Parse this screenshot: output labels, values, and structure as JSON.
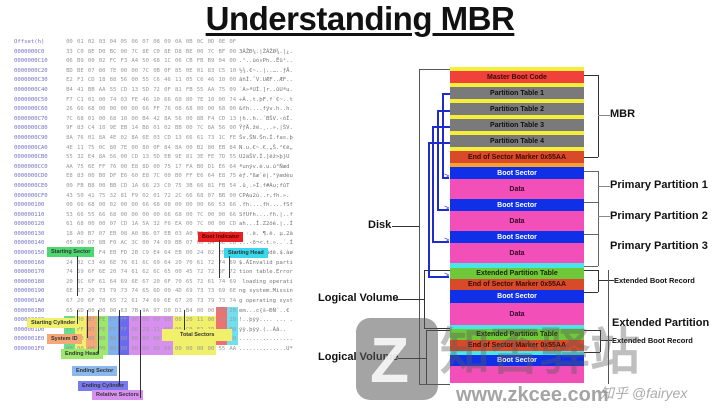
{
  "title": "Understanding MBR",
  "hex_dump": {
    "header": {
      "offset": "Offset(h)",
      "bytes": [
        "00",
        "01",
        "02",
        "03",
        "04",
        "05",
        "06",
        "07",
        "08",
        "09",
        "0A",
        "0B",
        "0C",
        "0D",
        "0E",
        "0F"
      ]
    },
    "rows": [
      {
        "offset": "0000000C0",
        "bytes": [
          "33",
          "C0",
          "8E",
          "D0",
          "BC",
          "00",
          "7C",
          "8E",
          "C0",
          "8E",
          "D8",
          "BE",
          "00",
          "7C",
          "BF",
          "00"
        ],
        "ascii": "3ÀŽÐ¼.|ŽÀŽØ¾.|¿."
      },
      {
        "offset": "0000000C10",
        "bytes": [
          "06",
          "B9",
          "00",
          "02",
          "FC",
          "F3",
          "A4",
          "50",
          "68",
          "1C",
          "06",
          "CB",
          "FB",
          "B9",
          "04",
          "00"
        ],
        "ascii": ".¹..üó¤Ph..Ëû¹.."
      },
      {
        "offset": "0000000C20",
        "bytes": [
          "BD",
          "BE",
          "07",
          "80",
          "7E",
          "00",
          "00",
          "7C",
          "0B",
          "0F",
          "85",
          "0E",
          "01",
          "83",
          "C5",
          "10"
        ],
        "ascii": "½¾.€~..|..…..ƒÅ."
      },
      {
        "offset": "0000000C30",
        "bytes": [
          "E2",
          "F1",
          "CD",
          "18",
          "88",
          "56",
          "00",
          "55",
          "C6",
          "46",
          "11",
          "05",
          "C6",
          "46",
          "10",
          "00"
        ],
        "ascii": "âñÍ.ˆV.UÆF..ÆF.."
      },
      {
        "offset": "0000000C40",
        "bytes": [
          "B4",
          "41",
          "BB",
          "AA",
          "55",
          "CD",
          "13",
          "5D",
          "72",
          "0F",
          "81",
          "FB",
          "55",
          "AA",
          "75",
          "09"
        ],
        "ascii": "´A»ªUÍ.]r..ûUªu."
      },
      {
        "offset": "0000000C50",
        "bytes": [
          "F7",
          "C1",
          "01",
          "00",
          "74",
          "03",
          "FE",
          "46",
          "10",
          "66",
          "60",
          "80",
          "7E",
          "10",
          "00",
          "74"
        ],
        "ascii": "÷Á..t.þF.f`€~..t"
      },
      {
        "offset": "0000000C60",
        "bytes": [
          "26",
          "66",
          "68",
          "00",
          "00",
          "00",
          "00",
          "66",
          "FF",
          "76",
          "08",
          "68",
          "00",
          "00",
          "68",
          "00"
        ],
        "ascii": "&fh....fÿv.h..h."
      },
      {
        "offset": "0000000C70",
        "bytes": [
          "7C",
          "68",
          "01",
          "00",
          "68",
          "10",
          "00",
          "B4",
          "42",
          "8A",
          "56",
          "00",
          "8B",
          "F4",
          "CD",
          "13"
        ],
        "ascii": "|h..h..´BŠV.‹ôÍ."
      },
      {
        "offset": "0000000C80",
        "bytes": [
          "9F",
          "83",
          "C4",
          "10",
          "9E",
          "EB",
          "14",
          "B8",
          "01",
          "02",
          "BB",
          "00",
          "7C",
          "8A",
          "56",
          "00"
        ],
        "ascii": "ŸƒÄ.žë.¸..».|ŠV."
      },
      {
        "offset": "0000000C90",
        "bytes": [
          "8A",
          "76",
          "01",
          "8A",
          "4E",
          "02",
          "8A",
          "6E",
          "03",
          "CD",
          "13",
          "66",
          "61",
          "73",
          "1C",
          "FE"
        ],
        "ascii": "Šv.ŠN.Šn.Í.fas.þ"
      },
      {
        "offset": "0000000CA0",
        "bytes": [
          "4E",
          "11",
          "75",
          "0C",
          "80",
          "7E",
          "00",
          "80",
          "0F",
          "84",
          "8A",
          "00",
          "B2",
          "80",
          "EB",
          "84"
        ],
        "ascii": "N.u.€~.€.„Š.²€ë„"
      },
      {
        "offset": "0000000CB0",
        "bytes": [
          "55",
          "32",
          "E4",
          "8A",
          "56",
          "00",
          "CD",
          "13",
          "5D",
          "EB",
          "9E",
          "81",
          "3E",
          "FE",
          "7D",
          "55"
        ],
        "ascii": "U2äŠV.Í.]ëž>þ}U"
      },
      {
        "offset": "0000000CC0",
        "bytes": [
          "AA",
          "75",
          "6E",
          "FF",
          "76",
          "00",
          "E8",
          "8D",
          "00",
          "75",
          "17",
          "FA",
          "B0",
          "D1",
          "E6",
          "64"
        ],
        "ascii": "ªunÿv.è.u.ú°Ñæd"
      },
      {
        "offset": "0000000CD0",
        "bytes": [
          "E8",
          "83",
          "00",
          "B0",
          "DF",
          "E6",
          "60",
          "E8",
          "7C",
          "00",
          "B0",
          "FF",
          "E6",
          "64",
          "E8",
          "75"
        ],
        "ascii": "èƒ.°ßæ`è|.°ÿædèu"
      },
      {
        "offset": "0000000CE0",
        "bytes": [
          "00",
          "FB",
          "B8",
          "00",
          "BB",
          "CD",
          "1A",
          "66",
          "23",
          "C0",
          "75",
          "3B",
          "66",
          "81",
          "FB",
          "54"
        ],
        "ascii": ".û¸.»Í.f#Àu;fûT"
      },
      {
        "offset": "0000000CF0",
        "bytes": [
          "43",
          "50",
          "41",
          "75",
          "32",
          "81",
          "F9",
          "02",
          "01",
          "72",
          "2C",
          "66",
          "68",
          "07",
          "BB",
          "00"
        ],
        "ascii": "CPAu2ù..r,fh.»."
      },
      {
        "offset": "000000100",
        "bytes": [
          "00",
          "66",
          "68",
          "00",
          "02",
          "00",
          "00",
          "66",
          "68",
          "08",
          "00",
          "00",
          "00",
          "66",
          "53",
          "66"
        ],
        "ascii": ".fh....fh....fSf"
      },
      {
        "offset": "000000110",
        "bytes": [
          "53",
          "66",
          "55",
          "66",
          "68",
          "00",
          "00",
          "00",
          "00",
          "66",
          "68",
          "00",
          "7C",
          "00",
          "00",
          "66"
        ],
        "ascii": "SfUfh....fh.|..f"
      },
      {
        "offset": "000000120",
        "bytes": [
          "61",
          "68",
          "00",
          "00",
          "07",
          "CD",
          "1A",
          "5A",
          "32",
          "F6",
          "EA",
          "00",
          "7C",
          "00",
          "00",
          "CD"
        ],
        "ascii": "ah...Í.Z2öê.|..Í"
      },
      {
        "offset": "000000130",
        "bytes": [
          "18",
          "A0",
          "B7",
          "07",
          "EB",
          "08",
          "A0",
          "B6",
          "07",
          "EB",
          "03",
          "A0",
          "B5",
          "07",
          "32",
          "E4"
        ],
        "ascii": ". ·.ë. ¶.ë. µ.2ä"
      },
      {
        "offset": "000000140",
        "bytes": [
          "05",
          "00",
          "07",
          "8B",
          "F0",
          "AC",
          "3C",
          "00",
          "74",
          "09",
          "BB",
          "07",
          "00",
          "B4",
          "0E",
          "CD"
        ],
        "ascii": "...‹ð¬<.t.»..´.Í"
      },
      {
        "offset": "000000150",
        "bytes": [
          "10",
          "EB",
          "F2",
          "F4",
          "EB",
          "FD",
          "2B",
          "C9",
          "E4",
          "64",
          "EB",
          "00",
          "24",
          "02",
          "E0",
          "F8"
        ],
        "ascii": ".ëòôëý+Éädë.$.àø"
      },
      {
        "offset": "000000160",
        "bytes": [
          "24",
          "02",
          "C3",
          "49",
          "6E",
          "76",
          "61",
          "6C",
          "69",
          "64",
          "20",
          "70",
          "61",
          "72",
          "74",
          "69"
        ],
        "ascii": "$.ÃInvalid parti"
      },
      {
        "offset": "000000170",
        "bytes": [
          "74",
          "69",
          "6F",
          "6E",
          "20",
          "74",
          "61",
          "62",
          "6C",
          "65",
          "00",
          "45",
          "72",
          "72",
          "6F",
          "72"
        ],
        "ascii": "tion table.Error"
      },
      {
        "offset": "000000180",
        "bytes": [
          "20",
          "6C",
          "6F",
          "61",
          "64",
          "69",
          "6E",
          "67",
          "20",
          "6F",
          "70",
          "65",
          "72",
          "61",
          "74",
          "69"
        ],
        "ascii": " loading operati"
      },
      {
        "offset": "000000190",
        "bytes": [
          "6E",
          "67",
          "20",
          "73",
          "79",
          "73",
          "74",
          "65",
          "6D",
          "00",
          "4D",
          "69",
          "73",
          "73",
          "69",
          "6E"
        ],
        "ascii": "ng system.Missin"
      },
      {
        "offset": "0000001A0",
        "bytes": [
          "67",
          "20",
          "6F",
          "70",
          "65",
          "72",
          "61",
          "74",
          "69",
          "6E",
          "67",
          "20",
          "73",
          "79",
          "73",
          "74"
        ],
        "ascii": "g operating syst"
      },
      {
        "offset": "0000001B0",
        "bytes": [
          "65",
          "6D",
          "00",
          "00",
          "00",
          "63",
          "7B",
          "9A",
          "97",
          "D0",
          "D1",
          "B4",
          "00",
          "00",
          "80",
          "20"
        ],
        "ascii": "em...c{š—ÐÑ´..€ "
      },
      {
        "offset": "0000001C0",
        "bytes": [
          "21",
          "00",
          "07",
          "FE",
          "FF",
          "FF",
          "00",
          "08",
          "00",
          "00",
          "00",
          "20",
          "11",
          "00",
          "00",
          "20"
        ],
        "ascii": "!..þÿÿ.... ... ."
      },
      {
        "offset": "0000001D0",
        "bytes": [
          "FF",
          "FF",
          "07",
          "FE",
          "FF",
          "FF",
          "00",
          "28",
          "11",
          "00",
          "00",
          "C0",
          "E2",
          "1D",
          "00",
          "00"
        ],
        "ascii": "ÿÿ.þÿÿ.(..Àâ.."
      },
      {
        "offset": "0000001E0",
        "bytes": [
          "00",
          "00",
          "00",
          "00",
          "00",
          "00",
          "00",
          "00",
          "00",
          "00",
          "00",
          "00",
          "00",
          "00",
          "00",
          "00"
        ],
        "ascii": "................"
      },
      {
        "offset": "0000001F0",
        "bytes": [
          "00",
          "00",
          "00",
          "00",
          "00",
          "00",
          "00",
          "00",
          "00",
          "00",
          "00",
          "00",
          "00",
          "00",
          "55",
          "AA"
        ],
        "ascii": "..............U*"
      }
    ],
    "field_labels": {
      "starting_sector": "Starting Sector",
      "boot_indicator": "Boot Indicator",
      "starting_head": "Starting Head",
      "starting_cylinder": "Starting Cylinder",
      "system_id": "System ID",
      "ending_head": "Ending Head",
      "ending_sector": "Ending Sector",
      "ending_cylinder": "Ending Cylinder",
      "relative_sectors": "Relative Sectors",
      "total_sectors": "Total Sectors"
    }
  },
  "disk_layout": {
    "mbr_blocks": [
      {
        "label": "Master Boot Code",
        "bg": "#f0413a",
        "fg": "#3a0a0a"
      },
      {
        "label": "Partition Table 1",
        "bg": "#7a7a7a",
        "fg": "#111111"
      },
      {
        "label": "Partition Table 2",
        "bg": "#7a7a7a",
        "fg": "#111111"
      },
      {
        "label": "Partition Table 3",
        "bg": "#7a7a7a",
        "fg": "#111111"
      },
      {
        "label": "Partition Table 4",
        "bg": "#7a7a7a",
        "fg": "#111111"
      },
      {
        "label": "End of Sector Marker 0x55AA",
        "bg": "#d94a2a",
        "fg": "#3a0a00"
      }
    ],
    "primary_blocks": [
      {
        "boot": "Boot Sector",
        "data": "Data"
      },
      {
        "boot": "Boot Sector",
        "data": "Data"
      },
      {
        "boot": "Boot Sector",
        "data": "Data"
      }
    ],
    "extended_blocks": {
      "ebr1_table": "Extended Partition Table",
      "ebr1_marker": "End of Sector Marker 0x55AA",
      "lv1_boot": "Boot Sector",
      "lv1_data": "Data",
      "ebr2_table": "Extended Partition Table",
      "ebr2_marker": "End of Sector Marker 0x55AA",
      "lv2_boot": "Boot Sector"
    },
    "annotations": {
      "mbr": "MBR",
      "primary1": "Primary Partition 1",
      "primary2": "Primary Partition 2",
      "primary3": "Primary Partition 3",
      "disk": "Disk",
      "ebr1": "Extended Boot Record",
      "ebr2": "Extended Boot Record",
      "extended_partition": "Extended Partition",
      "logical_volume_1": "Logical Volume",
      "logical_volume_2": "Logical Volume"
    },
    "colors": {
      "separator_yellow": "#f5ee3a",
      "boot_sector_blue": "#1030e8",
      "data_pink": "#f24fb8",
      "ebr_green": "#6fc83a",
      "cyan_gap": "#48e6e6",
      "pointer_blue": "#1f2ccc"
    }
  },
  "watermark": {
    "site": "www.zkcee.com",
    "chinese": "知否驿站",
    "handle": "知乎 @fairyex"
  }
}
